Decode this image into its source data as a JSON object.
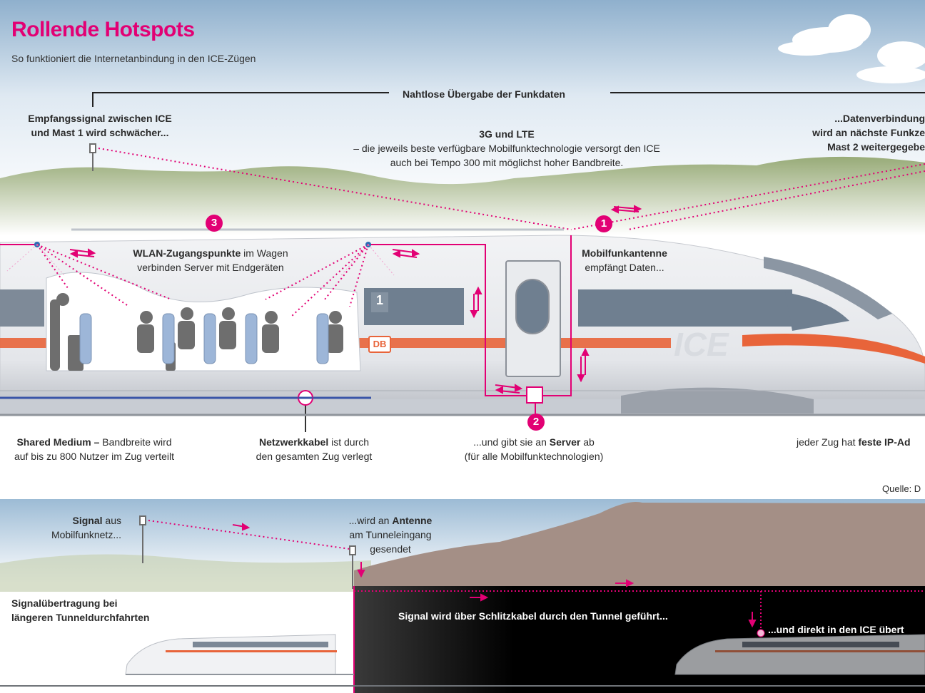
{
  "title": "Rollende Hotspots",
  "subtitle": "So funktioniert die Internetanbindung in den ICE-Zügen",
  "handover": {
    "label": "Nahtlose Übergabe der Funkdaten",
    "left_line1": "Empfangssignal zwischen ICE",
    "left_line2": "und Mast 1 wird schwächer...",
    "right_line1": "...Datenverbindung",
    "right_line2": "wird an nächste Funkze",
    "right_line3": "Mast 2 weitergegebe"
  },
  "tech": {
    "heading": "3G und LTE",
    "line1": "– die jeweils beste verfügbare Mobilfunktechnologie versorgt den ICE",
    "line2": "auch bei Tempo 300 mit möglichst hoher Bandbreite."
  },
  "steps": {
    "one": "1",
    "two": "2",
    "three": "3"
  },
  "wlan": {
    "bold": "WLAN-Zugangspunkte",
    "rest": " im Wagen",
    "line2": "verbinden Server mit Endgeräten"
  },
  "antenna": {
    "bold": "Mobilfunkantenne",
    "line2": "empfängt Daten..."
  },
  "train": {
    "first_class": "1",
    "db_logo": "DB",
    "ice_logo": "ICE"
  },
  "shared": {
    "bold": "Shared Medium –",
    "rest": " Bandbreite wird",
    "line2": "auf bis zu 800 Nutzer im Zug verteilt"
  },
  "cable": {
    "bold": "Netzwerkkabel",
    "rest": " ist durch",
    "line2": "den gesamten Zug verlegt"
  },
  "server": {
    "pre": "...und gibt sie an ",
    "bold": "Server",
    "post": " ab",
    "line2": "(für alle Mobilfunktechnologien)"
  },
  "ip": {
    "pre": "jeder Zug hat ",
    "bold": "feste IP-Ad"
  },
  "source": "Quelle: D",
  "tunnel": {
    "signal_bold": "Signal",
    "signal_rest": " aus",
    "signal_line2": "Mobilfunknetz...",
    "antenna_pre": "...wird an ",
    "antenna_bold": "Antenne",
    "antenna_line2": "am Tunneleingang",
    "antenna_line3": "gesendet",
    "heading_line1": "Signalübertragung bei",
    "heading_line2": "längeren Tunneldurchfahrten",
    "slot_cable": "Signal wird über Schlitzkabel durch den Tunnel geführt...",
    "direct": "...und direkt in den ICE übert"
  },
  "colors": {
    "accent": "#e20074",
    "db_red": "#e8643a",
    "sky": "#93b3cf",
    "hills": "#a9b98d",
    "mountain": "#a48f86",
    "tunnel": "#000000"
  }
}
